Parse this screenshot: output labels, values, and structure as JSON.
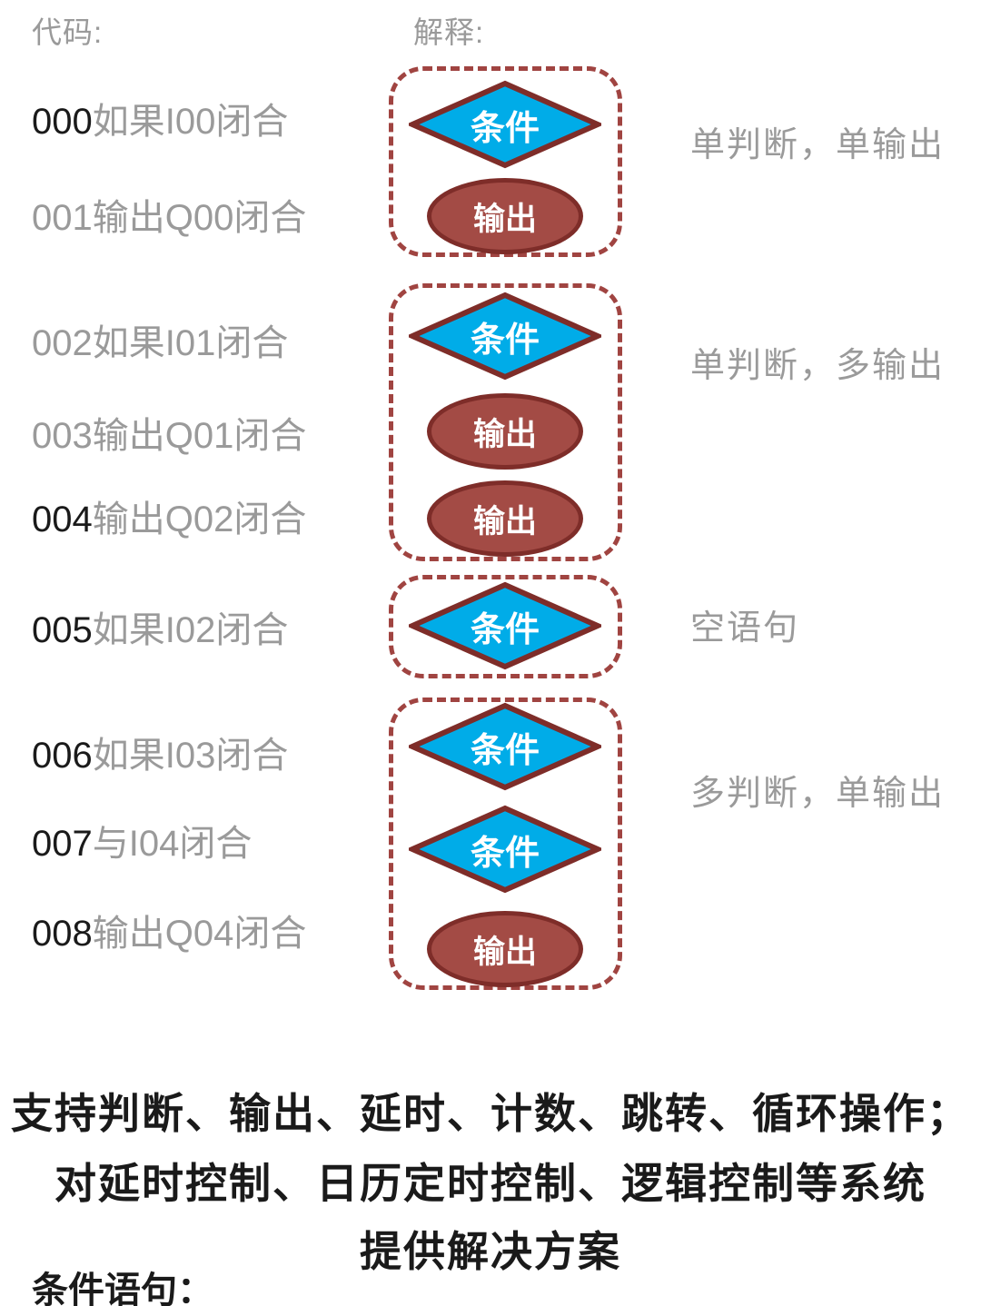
{
  "headers": {
    "code": "代码:",
    "explain": "解释:"
  },
  "code_lines": [
    {
      "num": "000",
      "text": "如果I00闭合",
      "num_color": "#1a1a1a"
    },
    {
      "num": "001",
      "text": "输出Q00闭合",
      "num_color": "#9a9a9a"
    },
    {
      "num": "002",
      "text": "如果I01闭合",
      "num_color": "#9a9a9a"
    },
    {
      "num": "003",
      "text": "输出Q01闭合",
      "num_color": "#9a9a9a"
    },
    {
      "num": "004",
      "text": "输出Q02闭合",
      "num_color": "#1a1a1a"
    },
    {
      "num": "005",
      "text": "如果I02闭合",
      "num_color": "#1a1a1a"
    },
    {
      "num": "006",
      "text": "如果I03闭合",
      "num_color": "#1a1a1a"
    },
    {
      "num": "007",
      "text": "与I04闭合",
      "num_color": "#1a1a1a"
    },
    {
      "num": "008",
      "text": "输出Q04闭合",
      "num_color": "#1a1a1a"
    }
  ],
  "shape_labels": {
    "condition": "条件",
    "output": "输出"
  },
  "groups": [
    {
      "label": "单判断，单输出",
      "shapes": [
        "condition",
        "output"
      ]
    },
    {
      "label": "单判断，多输出",
      "shapes": [
        "condition",
        "output",
        "output"
      ]
    },
    {
      "label": "空语句",
      "shapes": [
        "condition"
      ]
    },
    {
      "label": "多判断，单输出",
      "shapes": [
        "condition",
        "condition",
        "output"
      ]
    }
  ],
  "footer": {
    "lines": [
      "支持判断、输出、延时、计数、跳转、循环操作；",
      "对延时控制、日历定时控制、逻辑控制等系统",
      "提供解决方案"
    ],
    "section_label": "条件语句："
  },
  "colors": {
    "diamond-blue": "#00ACE8",
    "shape-red": "#A34B45",
    "shape-border": "#7E2D29",
    "dash-red": "#A04441",
    "text-gray": "#9A9A9A",
    "text-black": "#1A1A1A"
  }
}
